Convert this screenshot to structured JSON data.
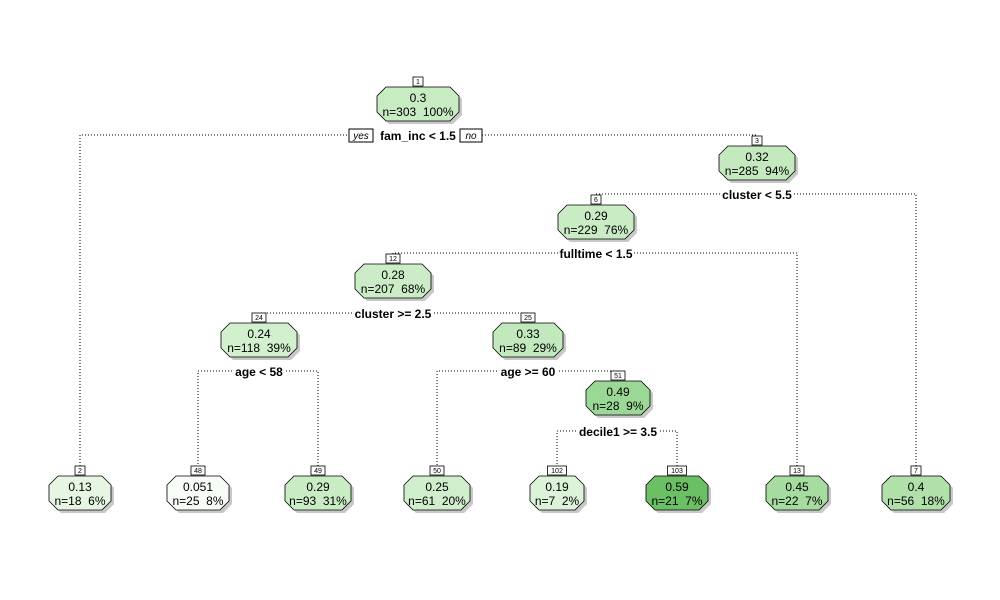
{
  "tree": {
    "split_labels": {
      "root": "fam_inc < 1.5",
      "n3": "cluster < 5.5",
      "n6": "fulltime < 1.5",
      "n12": "cluster >= 2.5",
      "n24": "age < 58",
      "n25": "age >= 60",
      "n51": "decile1 >= 3.5"
    },
    "branch_labels": {
      "yes": "yes",
      "no": "no"
    },
    "nodes": {
      "n1": {
        "id": "1",
        "value": "0.3",
        "stats": "n=303  100%",
        "color": "#c8ebc4"
      },
      "n3": {
        "id": "3",
        "value": "0.32",
        "stats": "n=285  94%",
        "color": "#c4e9bf"
      },
      "n6": {
        "id": "6",
        "value": "0.29",
        "stats": "n=229  76%",
        "color": "#c9ecc5"
      },
      "n12": {
        "id": "12",
        "value": "0.28",
        "stats": "n=207  68%",
        "color": "#cbecc7"
      },
      "n24": {
        "id": "24",
        "value": "0.24",
        "stats": "n=118  39%",
        "color": "#d2efce"
      },
      "n25": {
        "id": "25",
        "value": "0.33",
        "stats": "n=89  29%",
        "color": "#c2e8bd"
      },
      "n51": {
        "id": "51",
        "value": "0.49",
        "stats": "n=28  9%",
        "color": "#9cd895"
      },
      "n2": {
        "id": "2",
        "value": "0.13",
        "stats": "n=18  6%",
        "color": "#e6f6e3"
      },
      "n48": {
        "id": "48",
        "value": "0.051",
        "stats": "n=25  8%",
        "color": "#f7fdf6"
      },
      "n49": {
        "id": "49",
        "value": "0.29",
        "stats": "n=93  31%",
        "color": "#c9ecc5"
      },
      "n50": {
        "id": "50",
        "value": "0.25",
        "stats": "n=61  20%",
        "color": "#d0eecc"
      },
      "n102": {
        "id": "102",
        "value": "0.19",
        "stats": "n=7  2%",
        "color": "#dcf2d9"
      },
      "n103": {
        "id": "103",
        "value": "0.59",
        "stats": "n=21  7%",
        "color": "#6bbf64"
      },
      "n13": {
        "id": "13",
        "value": "0.45",
        "stats": "n=22  7%",
        "color": "#a6dca0"
      },
      "n7": {
        "id": "7",
        "value": "0.4",
        "stats": "n=56  18%",
        "color": "#b1e0ab"
      }
    }
  }
}
